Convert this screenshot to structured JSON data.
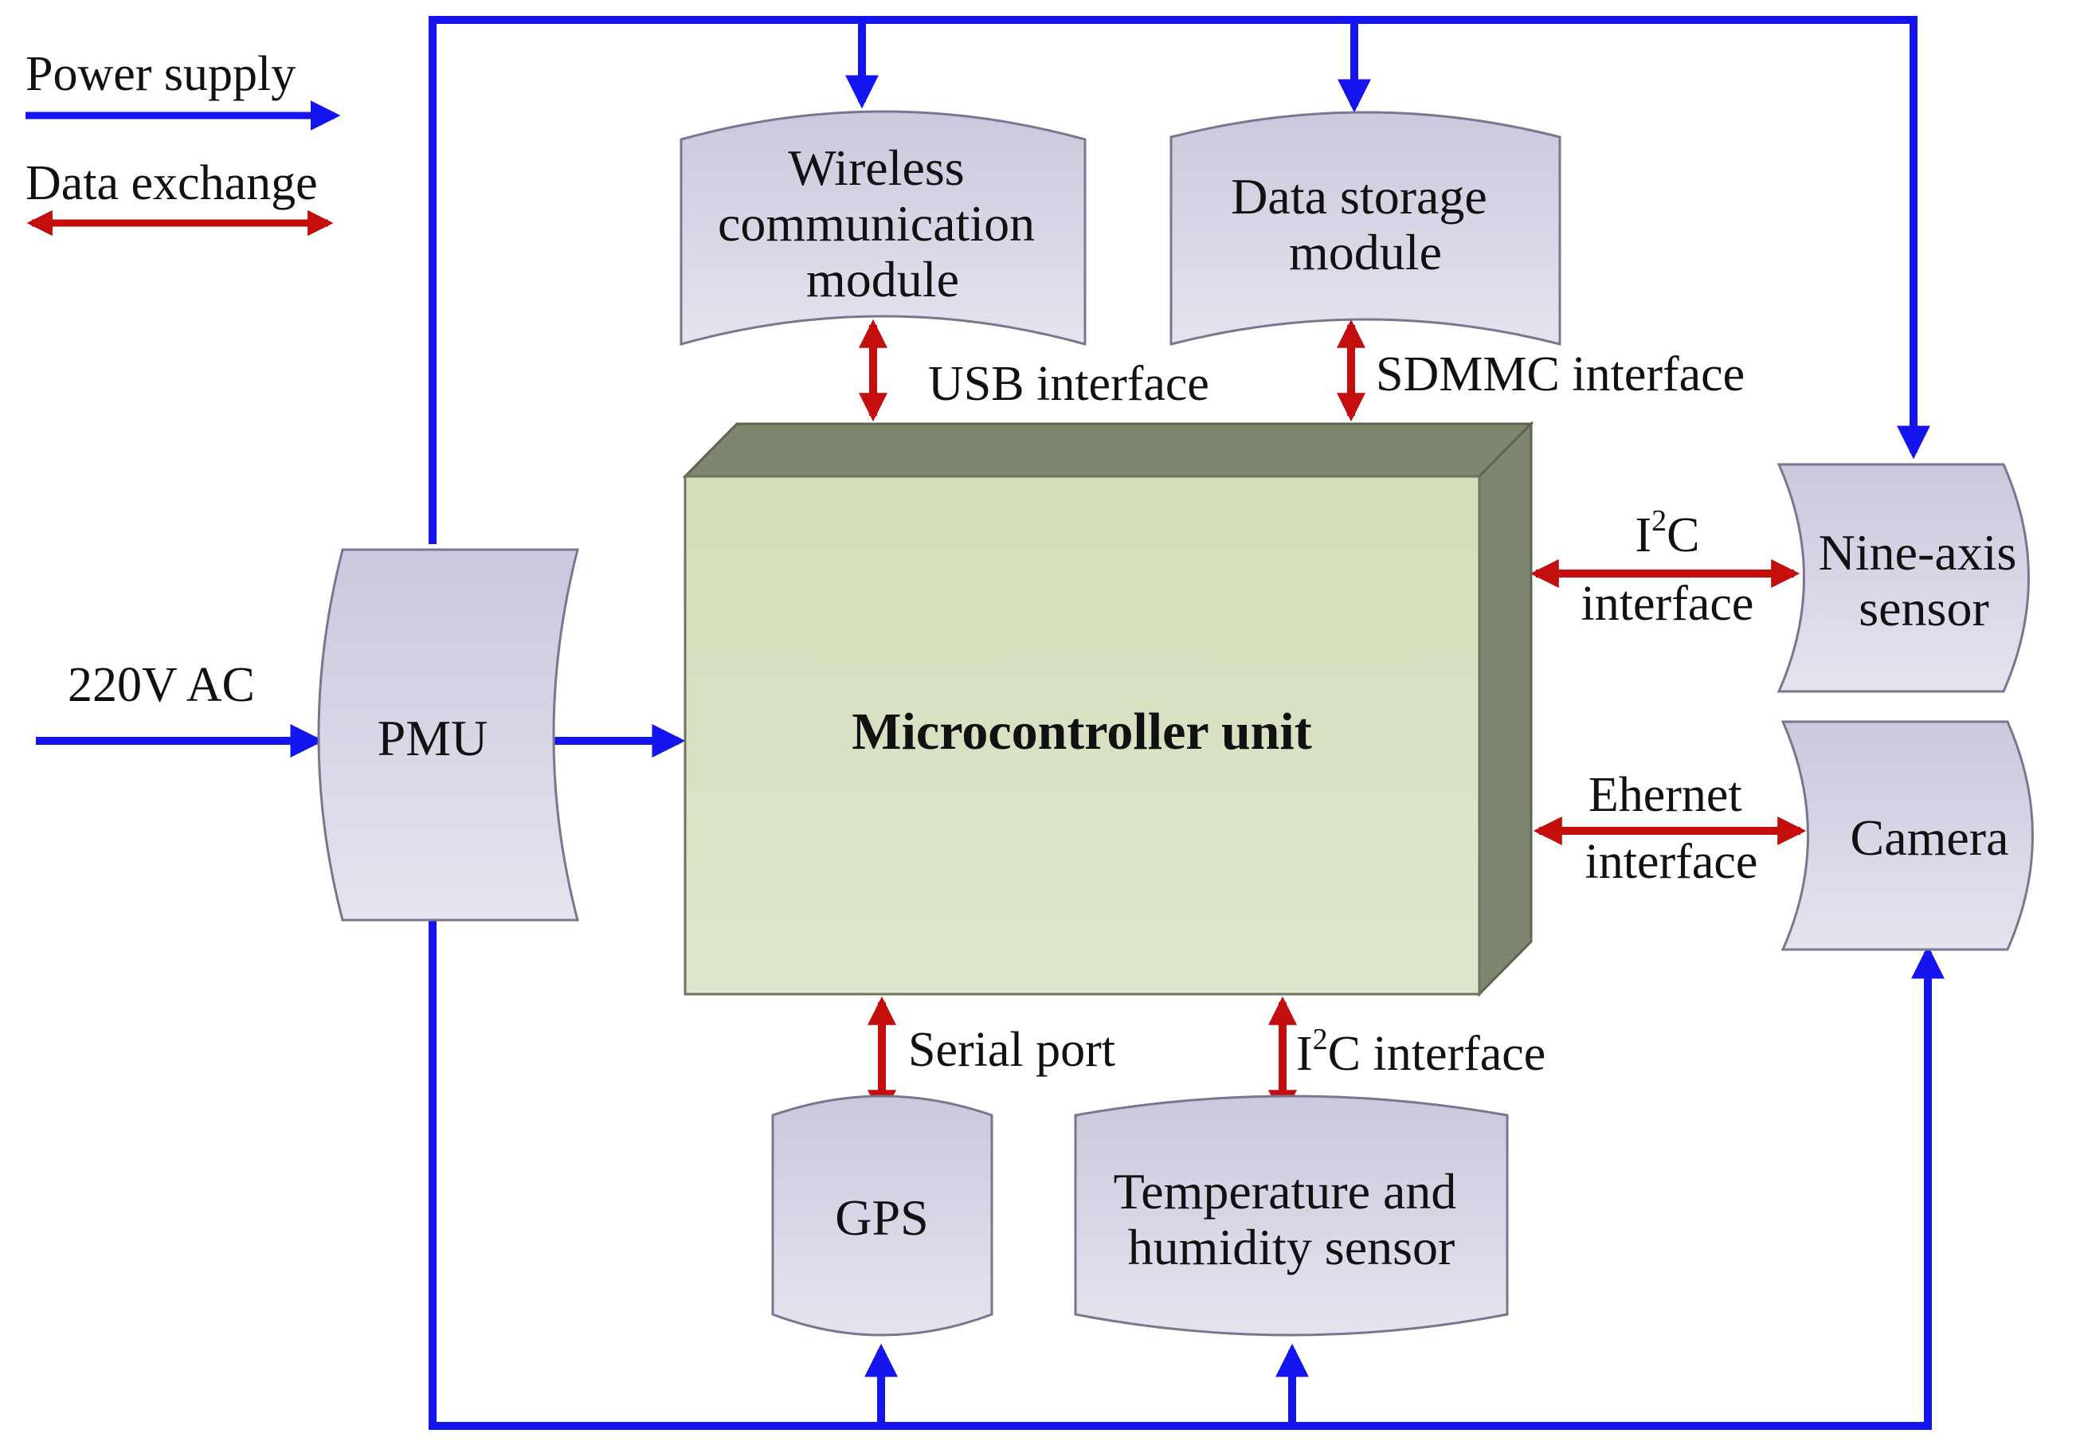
{
  "colors": {
    "power": "#1414ee",
    "data": "#c40d0d",
    "module_fill": "#d9d5e6",
    "module_stroke": "#7a7690",
    "mcu_front": "#d6e0bf",
    "mcu_side": "#7f8670"
  },
  "legend": {
    "power_label": "Power supply",
    "data_label": "Data exchange"
  },
  "input": {
    "label": "220V AC"
  },
  "nodes": {
    "pmu": "PMU",
    "mcu": "Microcontroller unit",
    "wireless": [
      "Wireless",
      "communication",
      "module"
    ],
    "storage": [
      "Data storage",
      "module"
    ],
    "nine_axis": [
      "Nine-axis",
      "sensor"
    ],
    "camera": "Camera",
    "gps": "GPS",
    "temp": [
      "Temperature and",
      "humidity sensor"
    ]
  },
  "interfaces": {
    "usb": "USB interface",
    "sdmmc": "SDMMC interface",
    "i2c_nine": {
      "pre": "I",
      "sup": "2",
      "post": "C",
      "line2": "interface"
    },
    "ethernet": [
      "Ehernet",
      "interface"
    ],
    "serial": "Serial port",
    "i2c_temp": {
      "pre": "I",
      "sup": "2",
      "post": "C interface"
    }
  }
}
